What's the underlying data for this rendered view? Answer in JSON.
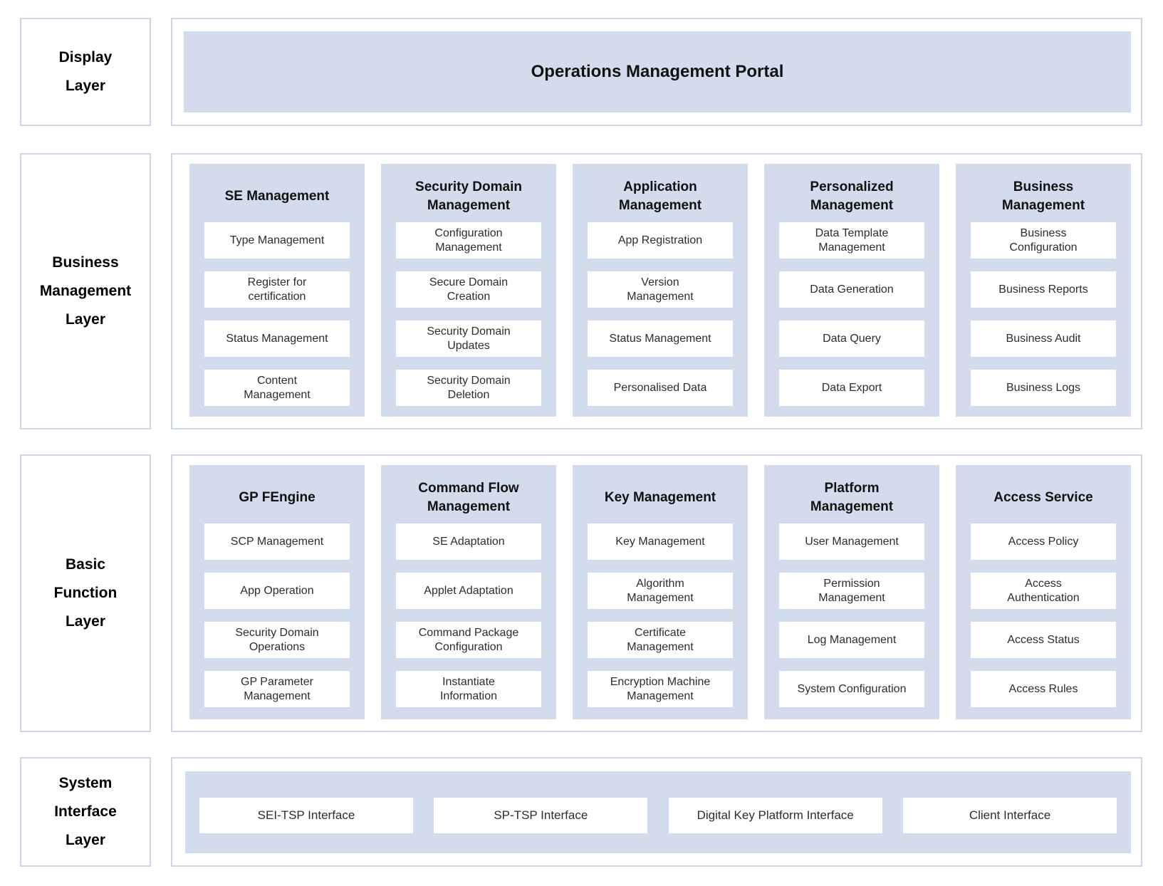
{
  "colors": {
    "panel_fill": "#d3dcec",
    "panel_border": "#ccd6e9",
    "background": "#ffffff",
    "heading_text": "#111111",
    "item_text": "#2d2d2d"
  },
  "layers": [
    {
      "id": "display",
      "label": "Display\nLayer",
      "portal_title": "Operations Management Portal"
    },
    {
      "id": "business-management",
      "label": "Business\nManagement\nLayer",
      "columns": [
        {
          "header": "SE Management",
          "items": [
            "Type Management",
            "Register for\ncertification",
            "Status Management",
            "Content\nManagement"
          ]
        },
        {
          "header": "Security Domain\nManagement",
          "items": [
            "Configuration\nManagement",
            "Secure Domain\nCreation",
            "Security Domain\nUpdates",
            "Security Domain\nDeletion"
          ]
        },
        {
          "header": "Application\nManagement",
          "items": [
            "App Registration",
            "Version\nManagement",
            "Status Management",
            "Personalised Data"
          ]
        },
        {
          "header": "Personalized\nManagement",
          "items": [
            "Data Template\nManagement",
            "Data Generation",
            "Data Query",
            "Data Export"
          ]
        },
        {
          "header": "Business\nManagement",
          "items": [
            "Business\nConfiguration",
            "Business Reports",
            "Business Audit",
            "Business Logs"
          ]
        }
      ]
    },
    {
      "id": "basic-function",
      "label": "Basic\nFunction\nLayer",
      "columns": [
        {
          "header": "GP FEngine",
          "items": [
            "SCP Management",
            "App Operation",
            "Security Domain\nOperations",
            "GP Parameter\nManagement"
          ]
        },
        {
          "header": "Command Flow\nManagement",
          "items": [
            "SE Adaptation",
            "Applet Adaptation",
            "Command Package\nConfiguration",
            "Instantiate\nInformation"
          ]
        },
        {
          "header": "Key Management",
          "items": [
            "Key Management",
            "Algorithm\nManagement",
            "Certificate\nManagement",
            "Encryption Machine\nManagement"
          ]
        },
        {
          "header": "Platform\nManagement",
          "items": [
            "User Management",
            "Permission\nManagement",
            "Log Management",
            "System Configuration"
          ]
        },
        {
          "header": "Access Service",
          "items": [
            "Access Policy",
            "Access\nAuthentication",
            "Access Status",
            "Access Rules"
          ]
        }
      ]
    },
    {
      "id": "system-interface",
      "label": "System\nInterface\nLayer",
      "interfaces": [
        "SEI-TSP Interface",
        "SP-TSP Interface",
        "Digital Key Platform Interface",
        "Client Interface"
      ]
    }
  ]
}
